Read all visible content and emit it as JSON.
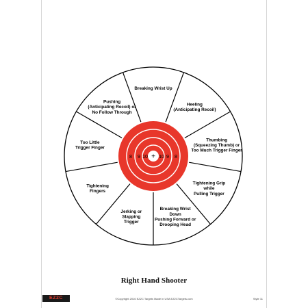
{
  "target": {
    "segments": [
      [
        "Breaking Wrist Up"
      ],
      [
        "Heeling",
        "(Anticipating Recoil)"
      ],
      [
        "Thumbing",
        "(Squeezing Thumb) or",
        "Too Much Trigger Finger"
      ],
      [
        "Tightening Grip",
        "while",
        "Pulling Trigger"
      ],
      [
        "Breaking Wrist",
        "Down",
        "Pushing Forward or",
        "Drooping Head"
      ],
      [
        "Jerking or",
        "Slapping",
        "Trigger"
      ],
      [
        "Tightening",
        "Fingers"
      ],
      [
        "Too Little",
        "Trigger Finger"
      ],
      [
        "Pushing",
        "(Anticipating Recoil) or",
        "No Follow Through"
      ]
    ],
    "ring_scores": {
      "left": [
        "8",
        "9",
        "10"
      ],
      "right": [
        "10",
        "9",
        "8"
      ]
    },
    "center_mark": "+",
    "bullseye_color": "#e8372b"
  },
  "title": "Right Hand Shooter",
  "footer": {
    "logo": "EZ2C",
    "copyright": "©Copyright 2016 EZ2C Targets   Made in USA   EZ2CTargets.com",
    "code": "Style 11"
  }
}
